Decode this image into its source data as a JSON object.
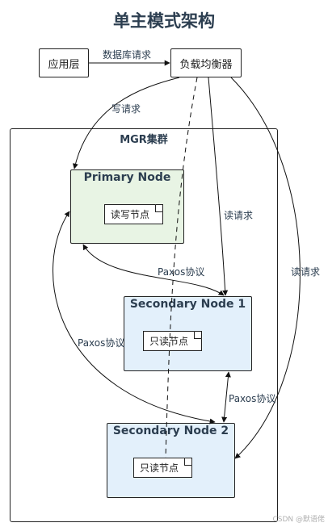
{
  "title": "单主模式架构",
  "app_layer": "应用层",
  "load_balancer": "负载均衡器",
  "cluster": {
    "title": "MGR集群"
  },
  "primary": {
    "title": "Primary Node",
    "note": "读写节点"
  },
  "secondary1": {
    "title": "Secondary Node 1",
    "note": "只读节点"
  },
  "secondary2": {
    "title": "Secondary Node 2",
    "note": "只读节点"
  },
  "edges": {
    "db_request": "数据库请求",
    "write_request": "写请求",
    "read_request_1": "读请求",
    "read_request_2": "读请求",
    "paxos_p_s1": "Paxos协议",
    "paxos_p_s2": "Paxos协议",
    "paxos_s1_s2": "Paxos协议"
  },
  "colors": {
    "primary_fill": "#e8f4e4",
    "secondary_fill": "#e3f0fb",
    "title_text": "#2c3e50"
  },
  "watermark": "CSDN @默语佬"
}
